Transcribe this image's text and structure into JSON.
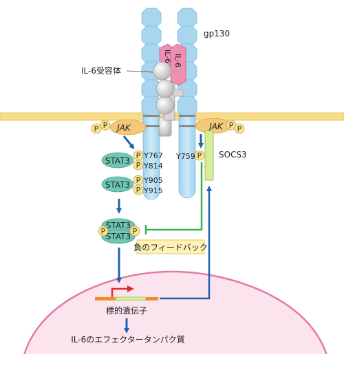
{
  "labels": {
    "gp130": "gp130",
    "il6_receptor": "IL-6受容体",
    "il6_a": "IL-6",
    "il6_b": "IL-6",
    "jak_left": "JAK",
    "jak_right": "JAK",
    "phospho": "P",
    "stat3": "STAT3",
    "y767": "Y767",
    "y814": "Y814",
    "y905": "Y905",
    "y915": "Y915",
    "y759": "Y759",
    "socs3": "SOCS3",
    "negative_feedback": "負のフィードバック",
    "target_gene": "標的遺伝子",
    "effector_proteins": "IL-6のエフェクタータンパク質"
  },
  "colors": {
    "gp130": "#a9d6ef",
    "membrane": "#f7dc8a",
    "jak": "#f4c87a",
    "phospho": "#f9e48f",
    "stat3": "#6fc7b4",
    "il6": "#ef8fb3",
    "socs3": "#d6ec9a",
    "feedback_line": "#3aae4a",
    "arrow_blue": "#1f63ad",
    "nucleus_fill": "#fbe4ee",
    "nucleus_border": "#e47aa8",
    "feedback_box": "#fff2b8",
    "gene_bar": "#f08c2a",
    "promoter_arrow": "#e32d2d"
  }
}
